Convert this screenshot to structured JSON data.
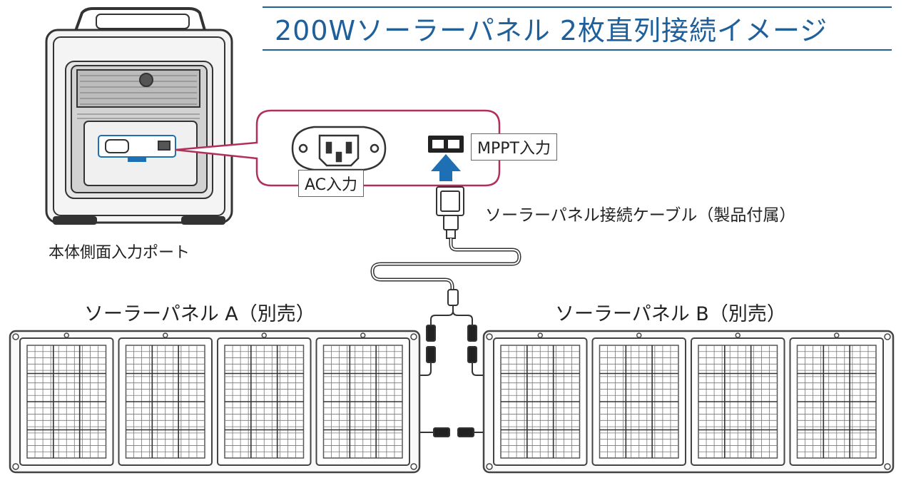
{
  "title": "200Wソーラーパネル 2枚直列接続イメージ",
  "labels": {
    "unit_port": "本体側面入力ポート",
    "ac_input": "AC入力",
    "mppt_input": "MPPT入力",
    "cable": "ソーラーパネル接続ケーブル（製品付属）",
    "panel_a": "ソーラーパネル A（別売）",
    "panel_b": "ソーラーパネル B（別売）"
  },
  "colors": {
    "title": "#1f5f9a",
    "callout": "#b0305a",
    "arrow": "#1f6fb5"
  }
}
